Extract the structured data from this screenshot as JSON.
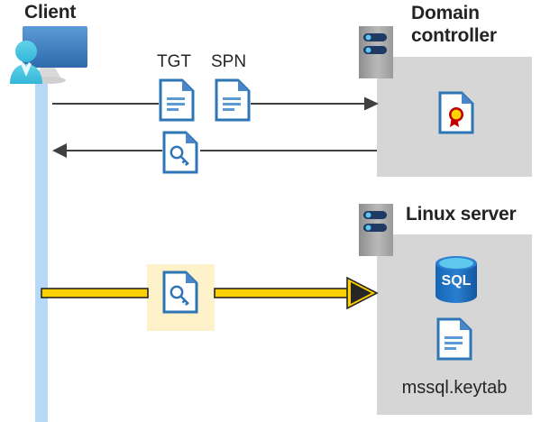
{
  "diagram": {
    "title": "Kerberos authentication flow between client, domain controller and Linux server",
    "background": "#ffffff"
  },
  "colors": {
    "panel_gray": "#d6d6d6",
    "lifeline_blue": "#b7d8f7",
    "doc_blue": "#2e75b6",
    "doc_fold_blue": "#4a87c9",
    "server_gray": "#a6a6a6",
    "server_bar_navy": "#1f3864",
    "server_dot_cyan": "#5bc8f0",
    "sql_blue": "#1f6fc4",
    "sql_top_cyan": "#5fc8ef",
    "cert_red": "#c00000",
    "cert_gold": "#ffd400",
    "arrow_gray": "#404040",
    "highlight_yellow": "#fdf2c9",
    "ticket_arrow_yellow": "#ffd000",
    "ticket_arrow_dark": "#262626",
    "title_text": "#242424",
    "label_text": "#262626"
  },
  "actors": {
    "client": {
      "label": "Client",
      "icon": "workstation-user-icon"
    },
    "domain_controller": {
      "label": "Domain\ncontroller",
      "label_line1": "Domain",
      "label_line2": "controller",
      "icon": "server-rack-icon",
      "contents": [
        {
          "name": "certificate-document",
          "icon": "certificate-icon",
          "label": ""
        }
      ]
    },
    "linux_server": {
      "label": "Linux server",
      "icon": "server-rack-icon",
      "contents": [
        {
          "name": "sql-database",
          "icon": "sql-database-icon",
          "label": "SQL"
        },
        {
          "name": "keytab-file",
          "icon": "document-icon",
          "label": "mssql.keytab"
        }
      ]
    }
  },
  "messages": [
    {
      "id": "request",
      "direction": "right",
      "style": "thin-gray",
      "from": "client",
      "to": "domain_controller",
      "artifacts": [
        {
          "label": "TGT",
          "icon": "document-icon"
        },
        {
          "label": "SPN",
          "icon": "document-icon"
        }
      ]
    },
    {
      "id": "response",
      "direction": "left",
      "style": "thin-gray",
      "from": "domain_controller",
      "to": "client",
      "artifacts": [
        {
          "label": "",
          "icon": "key-document-icon"
        }
      ]
    },
    {
      "id": "service-ticket",
      "direction": "right",
      "style": "thick-yellow-highlighted",
      "from": "client",
      "to": "linux_server",
      "artifacts": [
        {
          "label": "",
          "icon": "key-document-icon"
        }
      ]
    }
  ],
  "labels": {
    "tgt": "TGT",
    "spn": "SPN",
    "client": "Client",
    "domain_controller_line1": "Domain",
    "domain_controller_line2": "controller",
    "linux_server": "Linux server",
    "keytab": "mssql.keytab",
    "sql": "SQL"
  }
}
